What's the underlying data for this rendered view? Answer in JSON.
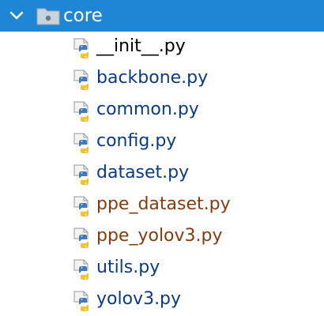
{
  "folder": {
    "name": "core",
    "expanded": true,
    "icons": {
      "toggle": "chevron-down-icon",
      "folder": "folder-icon"
    }
  },
  "colors": {
    "selection": "#1f86d6",
    "normal": "#000000",
    "tracked": "#0a3a8c",
    "modified": "#8a3b0c"
  },
  "files": [
    {
      "name": "__init__.py",
      "status": "normal",
      "icon": "python-file-icon"
    },
    {
      "name": "backbone.py",
      "status": "tracked",
      "icon": "python-file-icon"
    },
    {
      "name": "common.py",
      "status": "tracked",
      "icon": "python-file-icon"
    },
    {
      "name": "config.py",
      "status": "tracked",
      "icon": "python-file-icon"
    },
    {
      "name": "dataset.py",
      "status": "tracked",
      "icon": "python-file-icon"
    },
    {
      "name": "ppe_dataset.py",
      "status": "modified",
      "icon": "python-file-icon"
    },
    {
      "name": "ppe_yolov3.py",
      "status": "modified",
      "icon": "python-file-icon"
    },
    {
      "name": "utils.py",
      "status": "tracked",
      "icon": "python-file-icon"
    },
    {
      "name": "yolov3.py",
      "status": "tracked",
      "icon": "python-file-icon"
    }
  ]
}
